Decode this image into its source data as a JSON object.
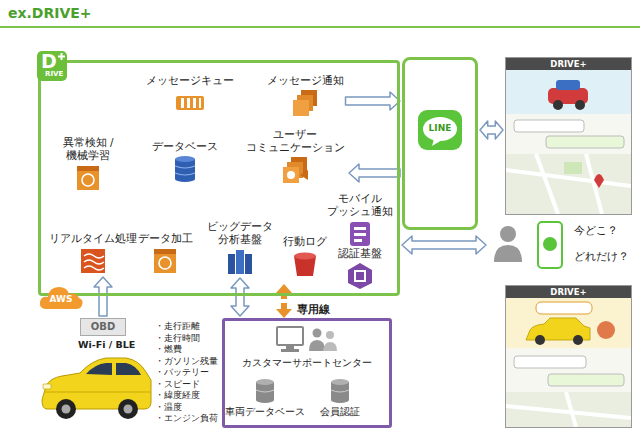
{
  "diagram": {
    "title": "ex.DRIVE+",
    "nodes": [
      {
        "text": [
          "D",
          "RIVE"
        ]
      },
      {
        "text": [
          "メッセージキュー"
        ],
        "in": 0
      },
      {
        "text": [
          "メッセージ通知"
        ],
        "in": 0
      },
      {
        "text": [
          "異常検知 / 機械学習"
        ],
        "in": 0
      },
      {
        "text": [
          "データベース"
        ],
        "in": 0
      },
      {
        "text": [
          "ユーザー コミュニケーション"
        ],
        "in": 0
      },
      {
        "text": [
          "モバイル プッシュ通知"
        ],
        "in": 0
      },
      {
        "text": [
          "リアルタイム処理"
        ],
        "in": 0
      },
      {
        "text": [
          "データ加工"
        ],
        "in": 0
      },
      {
        "text": [
          "ビッグデータ 分析基盤"
        ],
        "in": 0
      },
      {
        "text": [
          "行動ログ"
        ],
        "in": 0
      },
      {
        "text": [
          "認証基盤"
        ],
        "in": 0
      },
      {
        "text": [
          "AWS"
        ],
        "in": 0
      },
      {
        "text": [
          "LINE"
        ]
      },
      {
        "text": [
          "DRIVE+"
        ]
      },
      {
        "text": [
          "DRIVE+"
        ]
      },
      {
        "text": [
          "今どこ？",
          "どれだけ？"
        ]
      },
      {
        "text": [
          "専用線"
        ]
      },
      {
        "text": [
          "カスタマーサポートセンター"
        ],
        "in": 17
      },
      {
        "text": [
          "車両データベース"
        ],
        "in": 17
      },
      {
        "text": [
          "会員認証"
        ],
        "in": 17
      },
      {
        "text": [
          "OBD"
        ]
      }
    ],
    "edges": [
      {
        "from": 2,
        "to": 13,
        "arrow": "to"
      },
      {
        "from": 13,
        "to": 5,
        "arrow": "to"
      },
      {
        "from": 13,
        "to": 14,
        "arrow": "both"
      },
      {
        "from": 0,
        "to": 16,
        "arrow": "both"
      },
      {
        "from": 21,
        "to": 7,
        "arrow": "to"
      },
      {
        "from": 9,
        "to": 17,
        "arrow": "both"
      }
    ],
    "labels": [
      "Wi-Fi / BLE",
      "・走行距離",
      "・走行時間",
      "・燃費",
      "・ガソリン残量",
      "・バッテリー",
      "・スピード",
      "・緯度経度",
      "・温度",
      "・エンジン負荷"
    ]
  }
}
